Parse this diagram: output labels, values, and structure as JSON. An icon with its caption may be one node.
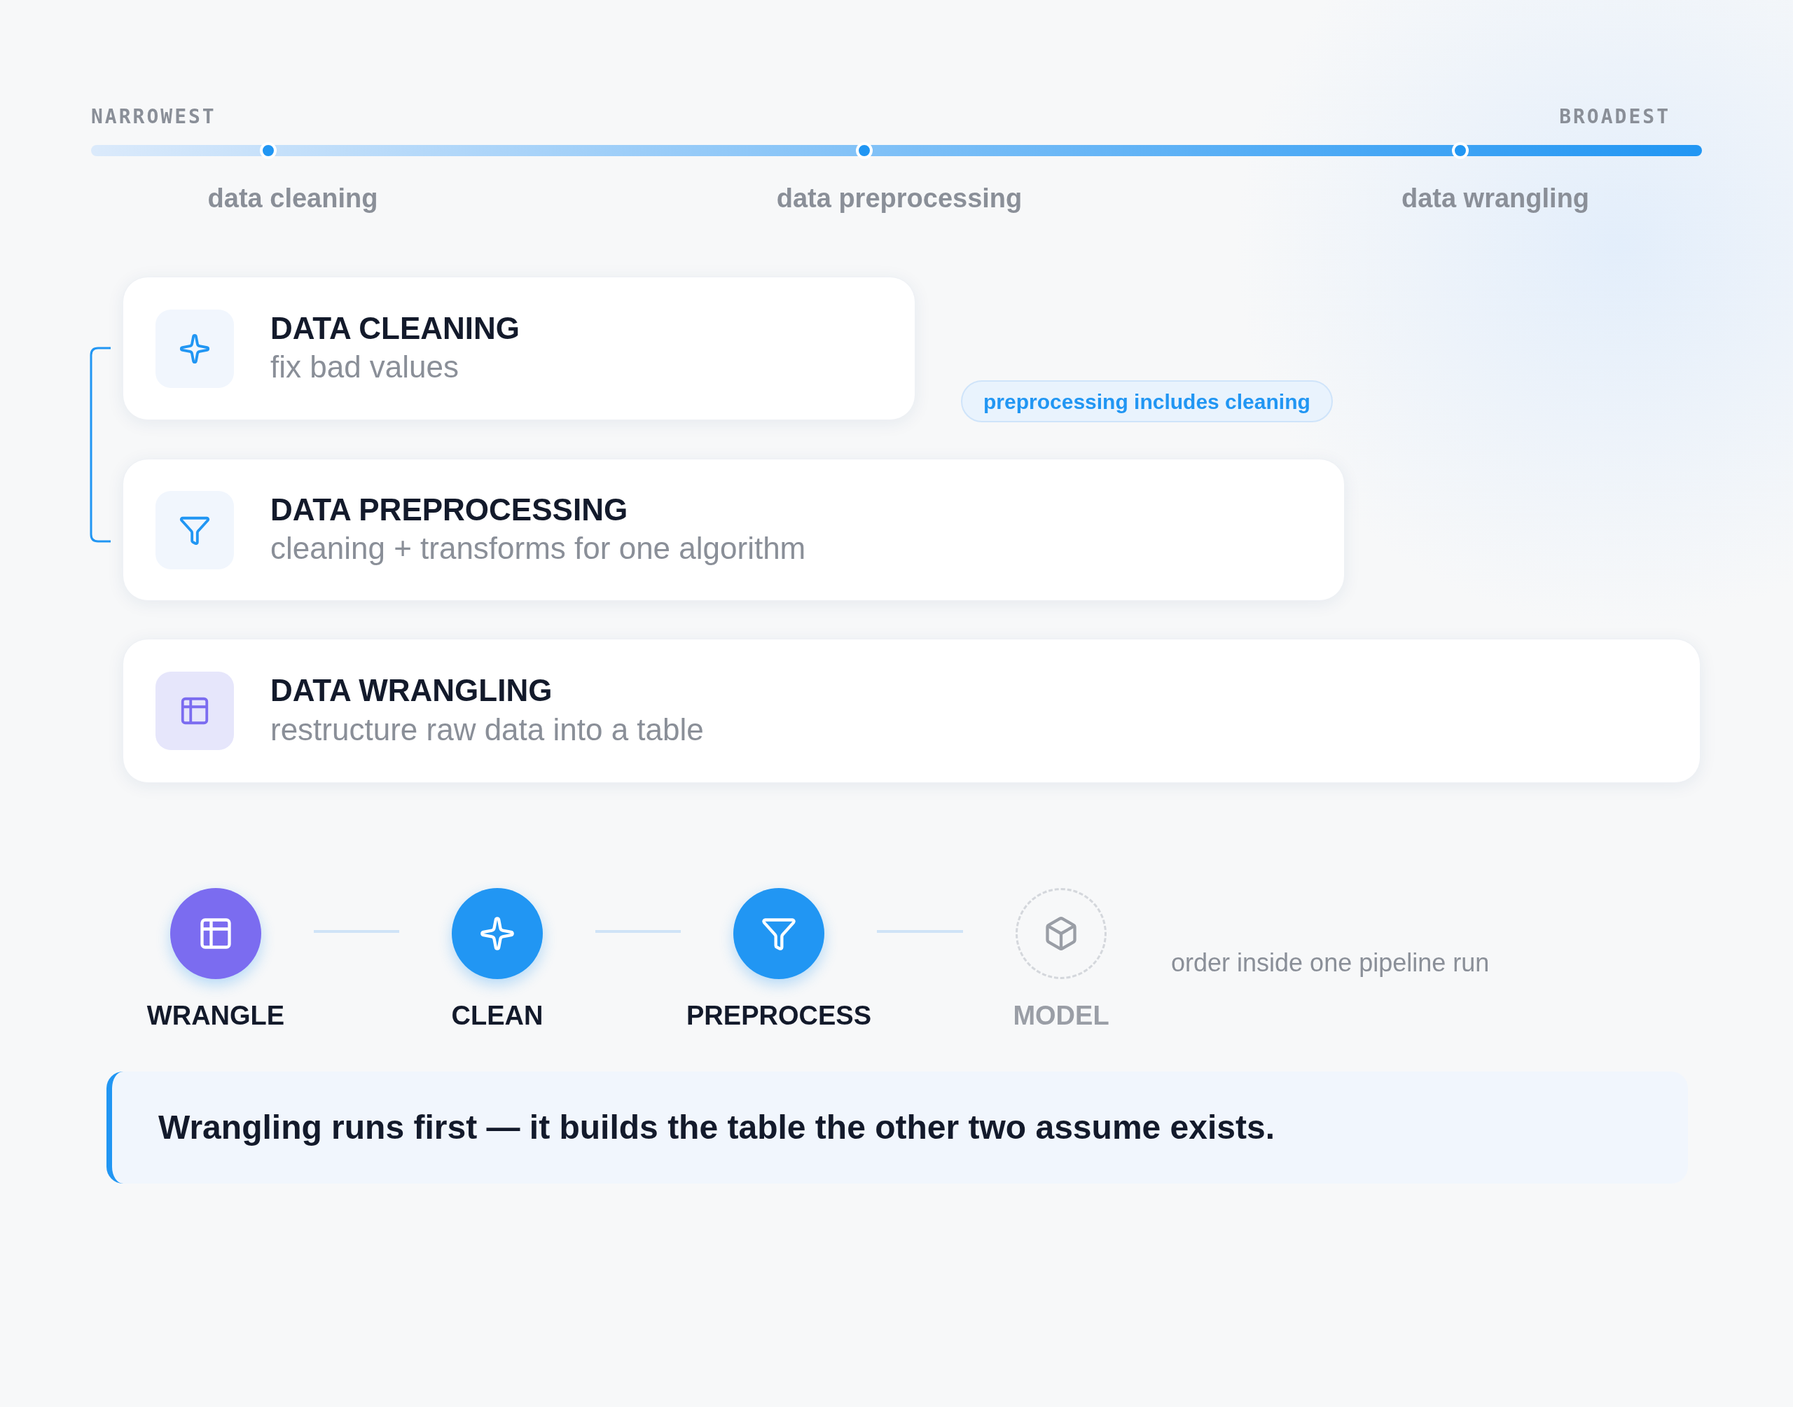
{
  "diagram": {
    "nodes": [
      {
        "text": [
          "DATA CLEANING",
          "fix bad values"
        ]
      },
      {
        "text": [
          "DATA PREPROCESSING",
          "cleaning + transforms for one algorithm"
        ]
      },
      {
        "text": [
          "DATA WRANGLING",
          "restructure raw data into a table"
        ]
      },
      {
        "text": [
          "WRANGLE"
        ]
      },
      {
        "text": [
          "CLEAN"
        ]
      },
      {
        "text": [
          "PREPROCESS"
        ]
      },
      {
        "text": [
          "MODEL"
        ]
      },
      {
        "text": [
          "Wrangling runs first — it builds the table the other two assume exists."
        ]
      }
    ],
    "edges": [
      {
        "from": 3,
        "to": 4,
        "arrow": "none"
      },
      {
        "from": 4,
        "to": 5,
        "arrow": "none"
      },
      {
        "from": 5,
        "to": 6,
        "arrow": "none"
      }
    ],
    "labels": [
      "NARROWEST",
      "BROADEST",
      "data cleaning",
      "data preprocessing",
      "data wrangling",
      "preprocessing includes cleaning",
      "order inside one pipeline run"
    ]
  }
}
